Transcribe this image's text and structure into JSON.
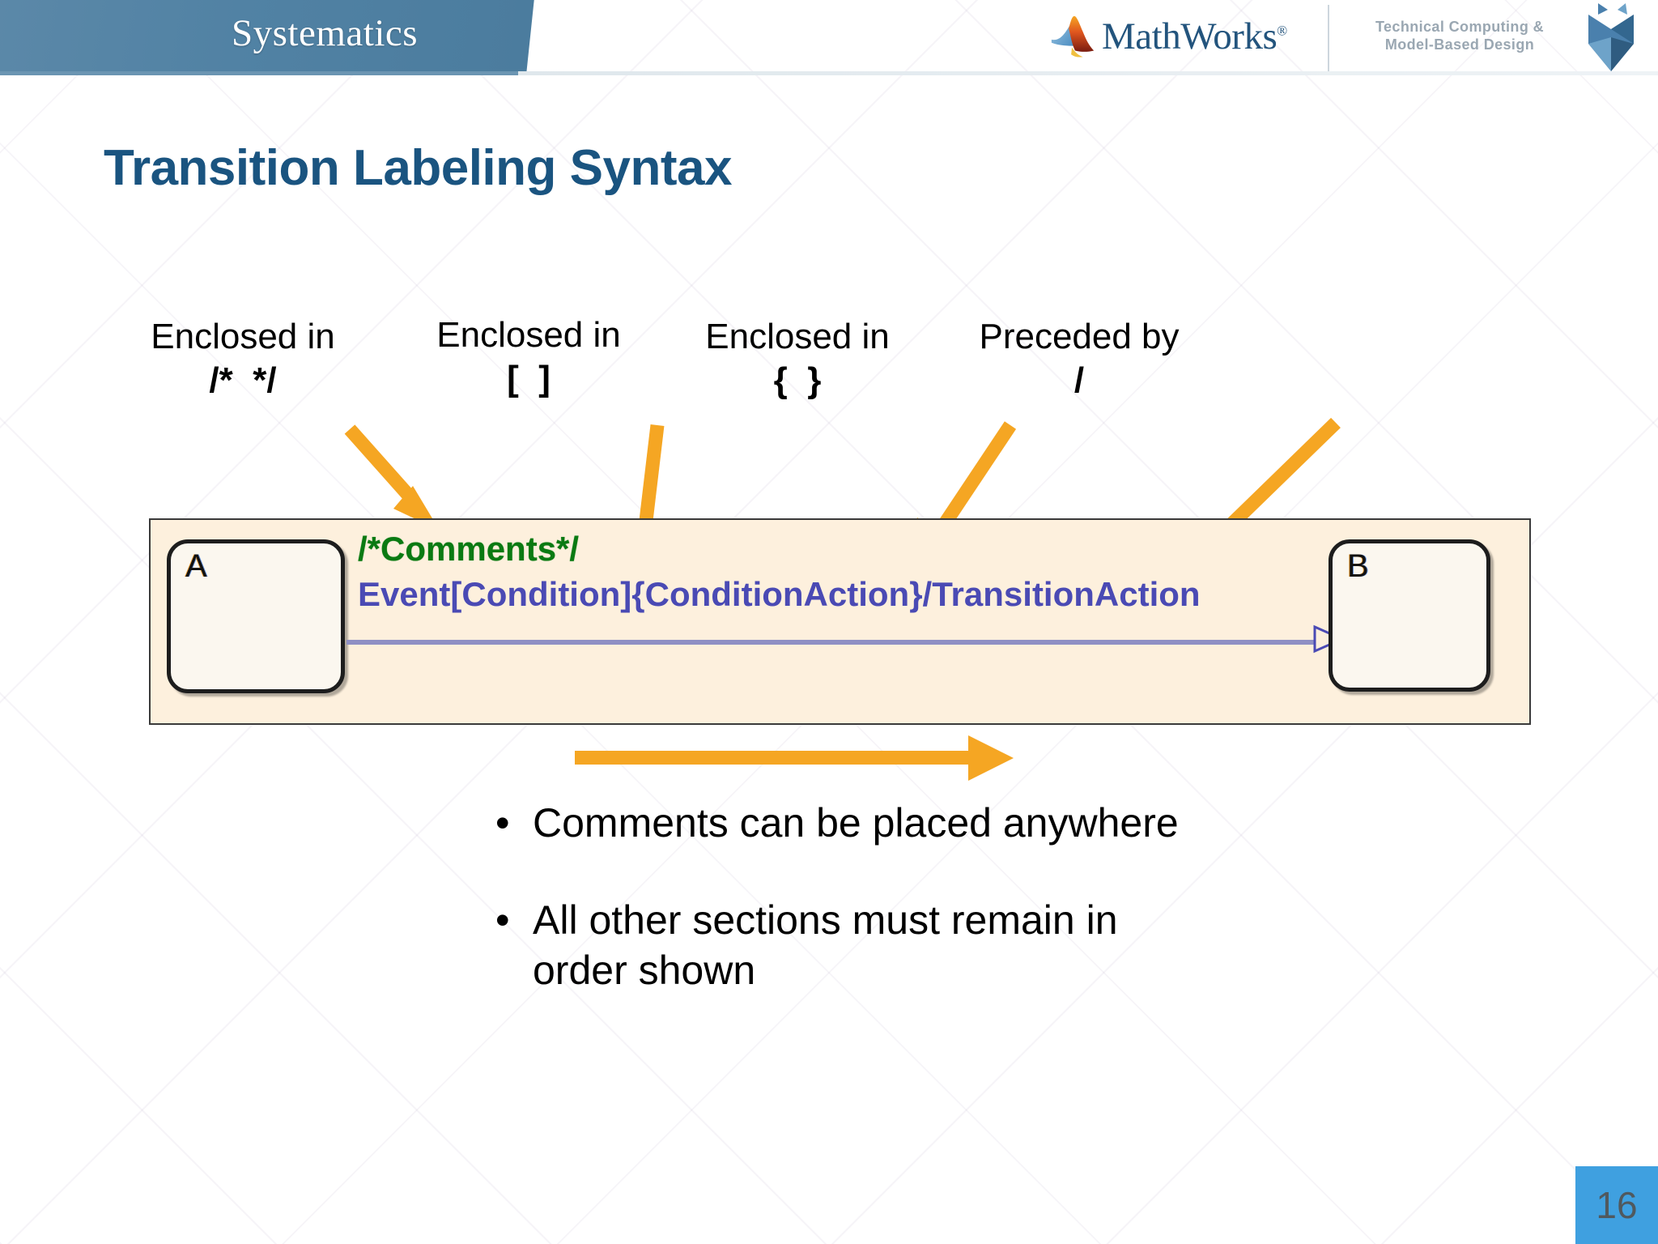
{
  "header": {
    "brand": "Systematics",
    "mathworks_word": "MathWorks",
    "mathworks_tm": "®",
    "tagline_line1": "Technical Computing &",
    "tagline_line2": "Model-Based Design",
    "brand_band_color": "#4b7c9e",
    "mathworks_blue": "#23547d"
  },
  "slide": {
    "title": "Transition Labeling Syntax",
    "title_color": "#1a5480",
    "page_number": "16",
    "page_badge_color": "#3fa0e0"
  },
  "annotations": [
    {
      "line1": "Enclosed in",
      "line2": "/*  */"
    },
    {
      "line1": "Enclosed in",
      "line2": "[  ]"
    },
    {
      "line1": "Enclosed in",
      "line2": "{  }"
    },
    {
      "line1": "Preceded by",
      "line2": "/"
    }
  ],
  "diagram": {
    "state_a": "A",
    "state_b": "B",
    "comment_text": "/*Comments*/",
    "comment_color": "#0a7a12",
    "transition_text": "Event[Condition]{ConditionAction}/TransitionAction",
    "transition_color": "#4a4ab4",
    "panel_fill": "#fdf0dd",
    "state_fill": "#fbf7ef"
  },
  "arrows": {
    "color": "#f5a623",
    "order_arrow_label": "order-of-sections-arrow"
  },
  "bullets": [
    {
      "marker": "•",
      "text": "Comments can be placed anywhere"
    },
    {
      "marker": "•",
      "text": "All other sections must remain in order shown"
    }
  ]
}
